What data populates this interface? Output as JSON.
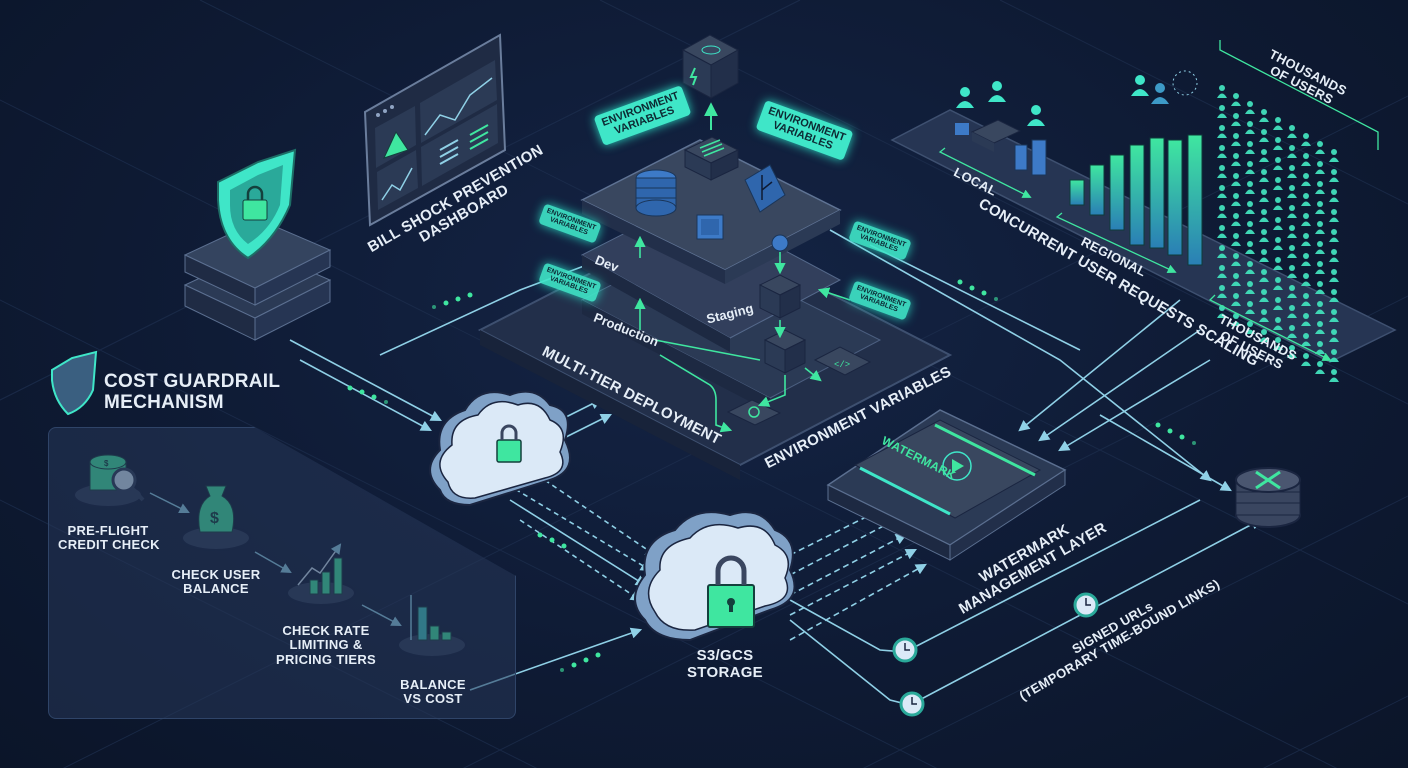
{
  "title": "Cloud Cost Guardrail, Multi-Tier Deployment and Storage Architecture",
  "colors": {
    "background": "#0e1a33",
    "accent_green": "#3fe6a0",
    "accent_teal": "#3fe6c8",
    "line": "#8fd0e6",
    "platform": "#2b3a55",
    "cloud": "#dbe9f7",
    "text": "#e6eef7"
  },
  "guardrail": {
    "title_line1": "COST GUARDRAIL",
    "title_line2": "MECHANISM",
    "icon": "shield-icon",
    "steps": [
      {
        "line1": "PRE-FLIGHT",
        "line2": "CREDIT CHECK",
        "line3": "",
        "icon": "coins-magnifier-icon"
      },
      {
        "line1": "CHECK USER",
        "line2": "BALANCE",
        "line3": "",
        "icon": "money-bag-icon"
      },
      {
        "line1": "CHECK RATE",
        "line2": "LIMITING &",
        "line3": "PRICING TIERS",
        "icon": "rising-bars-icon"
      },
      {
        "line1": "BALANCE",
        "line2": "VS COST",
        "line3": "",
        "icon": "bar-chart-icon"
      }
    ]
  },
  "security_server": {
    "icon": "shield-lock-icon"
  },
  "dashboard": {
    "label_line1": "BILL SHOCK PREVENTION",
    "label_line2": "DASHBOARD",
    "panels": [
      "warning-icon",
      "line-chart-icon",
      "line-chart-icon",
      "list-icon"
    ]
  },
  "deployment": {
    "label": "MULTI-TIER DEPLOYMENT",
    "env_label": "ENVIRONMENT VARIABLES",
    "tiers": [
      "Dev",
      "Staging",
      "Production"
    ],
    "env_badges_large": [
      {
        "line1": "ENVIRONMENT",
        "line2": "VARIABLES"
      },
      {
        "line1": "ENVIRONMENT",
        "line2": "VARIABLES"
      }
    ],
    "env_badges_small": [
      {
        "line1": "ENVIRONMENT",
        "line2": "VARIABLES"
      },
      {
        "line1": "ENVIRONMENT",
        "line2": "VARIABLES"
      },
      {
        "line1": "ENVIRONMENT",
        "line2": "VARIABLES"
      },
      {
        "line1": "ENVIRONMENT",
        "line2": "VARIABLES"
      }
    ]
  },
  "scaling": {
    "label": "CONCURRENT USER REQUESTS SCALING",
    "stages": [
      "LOCAL",
      "REGIONAL"
    ],
    "thousands_top_line1": "THOUSANDS",
    "thousands_top_line2": "OF USERS",
    "thousands_bottom_line1": "THOUSANDS",
    "thousands_bottom_line2": "OF USERS"
  },
  "auth_cloud": {
    "icon": "cloud-lock-icon"
  },
  "storage": {
    "label_line1": "S3/GCS",
    "label_line2": "STORAGE",
    "icon": "cloud-lock-icon"
  },
  "watermark": {
    "screen_text": "WATERMARK",
    "label_line1": "WATERMARK",
    "label_line2": "MANAGEMENT LAYER"
  },
  "signed_urls": {
    "label_line1": "SIGNED URLs",
    "label_line2": "(TEMPORARY TIME-BOUND LINKS)"
  },
  "cdn_node": {
    "icon": "expand-arrows-icon"
  }
}
